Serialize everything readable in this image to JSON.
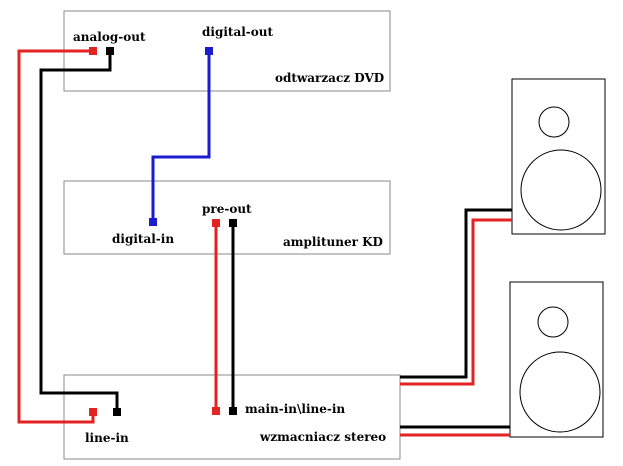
{
  "devices": {
    "dvd": {
      "name": "odtwarzacz DVD",
      "port_analog_out": "analog-out",
      "port_digital_out": "digital-out"
    },
    "receiver": {
      "name": "amplituner KD",
      "port_digital_in": "digital-in",
      "port_pre_out": "pre-out"
    },
    "amplifier": {
      "name": "wzmacniacz stereo",
      "port_line_in": "line-in",
      "port_main_in": "main-in\\line-in"
    }
  },
  "colors": {
    "red_wire": "#e32222",
    "black_wire": "#000000",
    "blue_wire": "#1b1bd0",
    "box_border": "#8a8a8a"
  }
}
